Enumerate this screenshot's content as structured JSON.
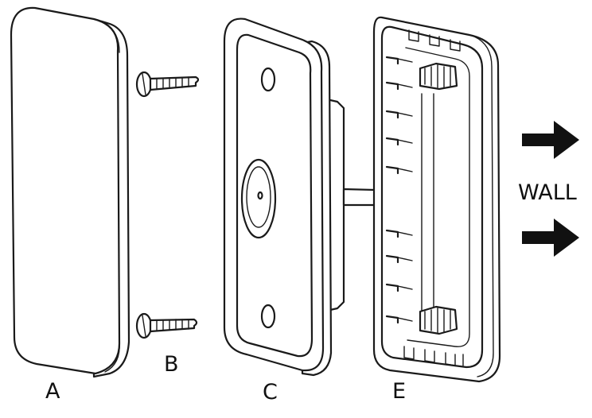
{
  "labels": {
    "part_a": "A",
    "part_b": "B",
    "part_c": "C",
    "part_e": "E",
    "wall": "WALL"
  },
  "wire_colors": [
    "#3a4fd8",
    "#d93a8a",
    "#8a4a22",
    "#1e9a3a",
    "#e23a2a",
    "#f2e21e",
    "#111111",
    "#ffffff",
    "#f08a1e"
  ],
  "icons": {
    "direction": "arrow-right-icon"
  }
}
